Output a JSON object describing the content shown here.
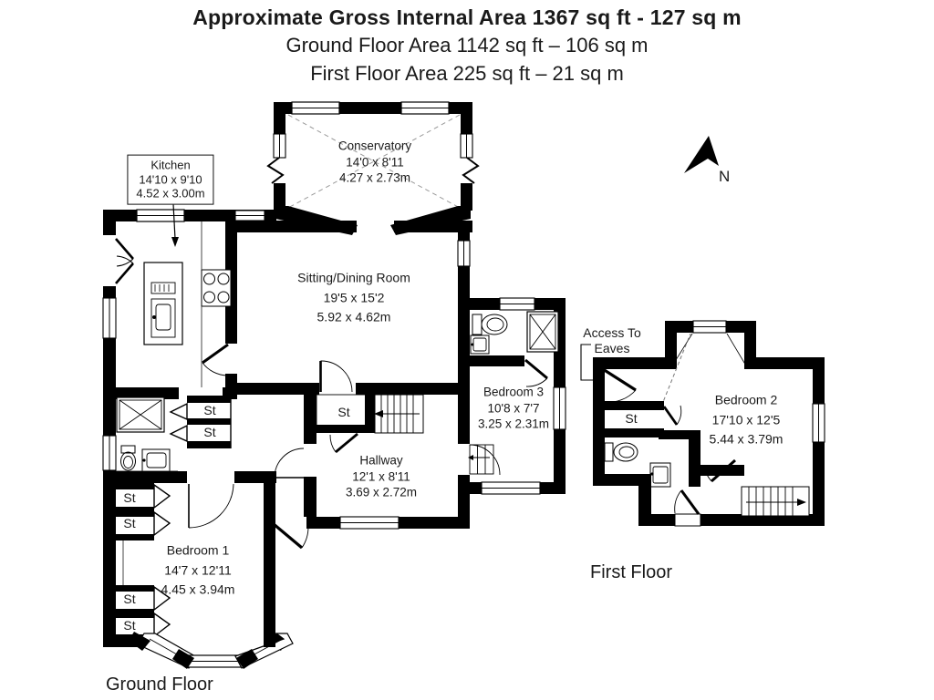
{
  "header": {
    "title": "Approximate Gross Internal Area 1367 sq ft - 127 sq m",
    "subtitle1": "Ground Floor Area 1142 sq ft – 106 sq m",
    "subtitle2": "First Floor Area 225 sq ft – 21 sq m"
  },
  "compass": {
    "north_label": "N"
  },
  "floor_labels": {
    "ground": "Ground Floor",
    "first": "First Floor"
  },
  "rooms": {
    "kitchen": {
      "name": "Kitchen",
      "imperial": "14'10 x 9'10",
      "metric": "4.52 x 3.00m"
    },
    "conservatory": {
      "name": "Conservatory",
      "imperial": "14'0 x 8'11",
      "metric": "4.27 x 2.73m"
    },
    "sitting_dining": {
      "name": "Sitting/Dining Room",
      "imperial": "19'5 x 15'2",
      "metric": "5.92 x 4.62m"
    },
    "bedroom3": {
      "name": "Bedroom 3",
      "imperial": "10'8 x 7'7",
      "metric": "3.25 x 2.31m"
    },
    "hallway": {
      "name": "Hallway",
      "imperial": "12'1 x 8'11",
      "metric": "3.69 x 2.72m"
    },
    "bedroom1": {
      "name": "Bedroom 1",
      "imperial": "14'7 x 12'11",
      "metric": "4.45 x 3.94m"
    },
    "bedroom2": {
      "name": "Bedroom 2",
      "imperial": "17'10 x 12'5",
      "metric": "5.44 x 3.79m"
    }
  },
  "annotations": {
    "storage": "St",
    "access_to_eaves_line1": "Access To",
    "access_to_eaves_line2": "Eaves"
  },
  "colors": {
    "wall": "#000000",
    "text": "#1a1a1a",
    "dash": "#9a9a9a"
  }
}
